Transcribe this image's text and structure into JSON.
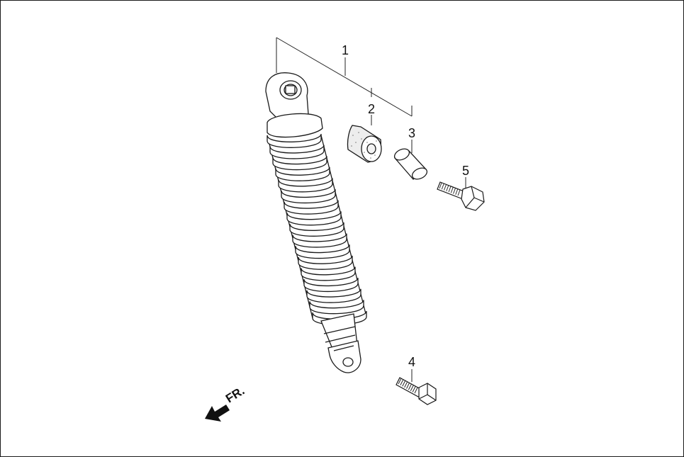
{
  "diagram": {
    "callouts": [
      {
        "id": "1",
        "label": "1"
      },
      {
        "id": "2",
        "label": "2"
      },
      {
        "id": "3",
        "label": "3"
      },
      {
        "id": "4",
        "label": "4"
      },
      {
        "id": "5",
        "label": "5"
      }
    ],
    "direction_label": "FR."
  },
  "colors": {
    "line": "#1a1a1a",
    "fill": "#ffffff",
    "shade": "#e9e9e9"
  },
  "icons": {
    "direction": "front-arrow-icon"
  }
}
